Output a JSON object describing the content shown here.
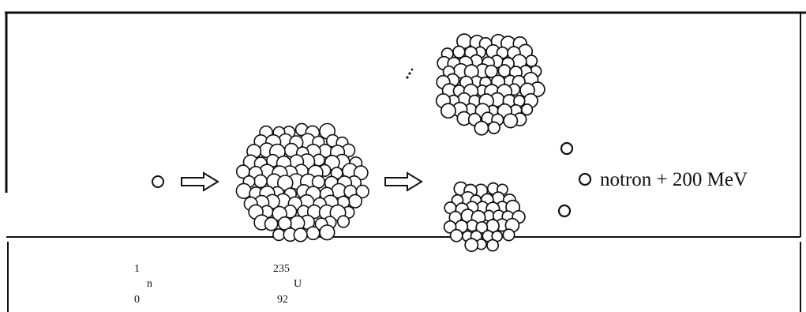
{
  "neutron_in": {
    "mass": "1",
    "symbol": "n",
    "number": "0"
  },
  "uranium": {
    "mass": "235",
    "symbol": "U",
    "number": "92"
  },
  "outcome_label": "notron + 200 MeV",
  "colors": {
    "ink": "#111111",
    "paper": "#ffffff"
  },
  "icons": {
    "particle": "neutron-circle",
    "arrow": "hollow-right-arrow",
    "nucleus": "cluster-of-nucleons"
  }
}
